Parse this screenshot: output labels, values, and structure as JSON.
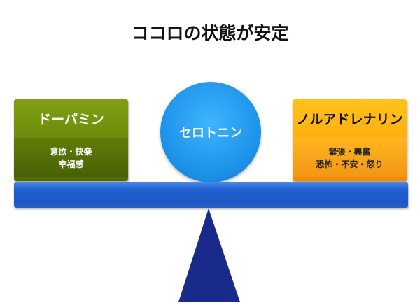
{
  "title": "ココロの状態が安定",
  "left": {
    "name": "ドーパミン",
    "lines": [
      "意欲・快楽",
      "幸福感"
    ]
  },
  "center": {
    "name": "セロトニン"
  },
  "right": {
    "name": "ノルアドレナリン",
    "lines": [
      "緊張・興奮",
      "恐怖・不安・怒り"
    ]
  },
  "colors": {
    "green": "#6a8a0c",
    "blue_circle": "#1a8fe6",
    "orange": "#ffae0f",
    "beam": "#1f5fd0",
    "fulcrum": "#1a2a8a"
  }
}
